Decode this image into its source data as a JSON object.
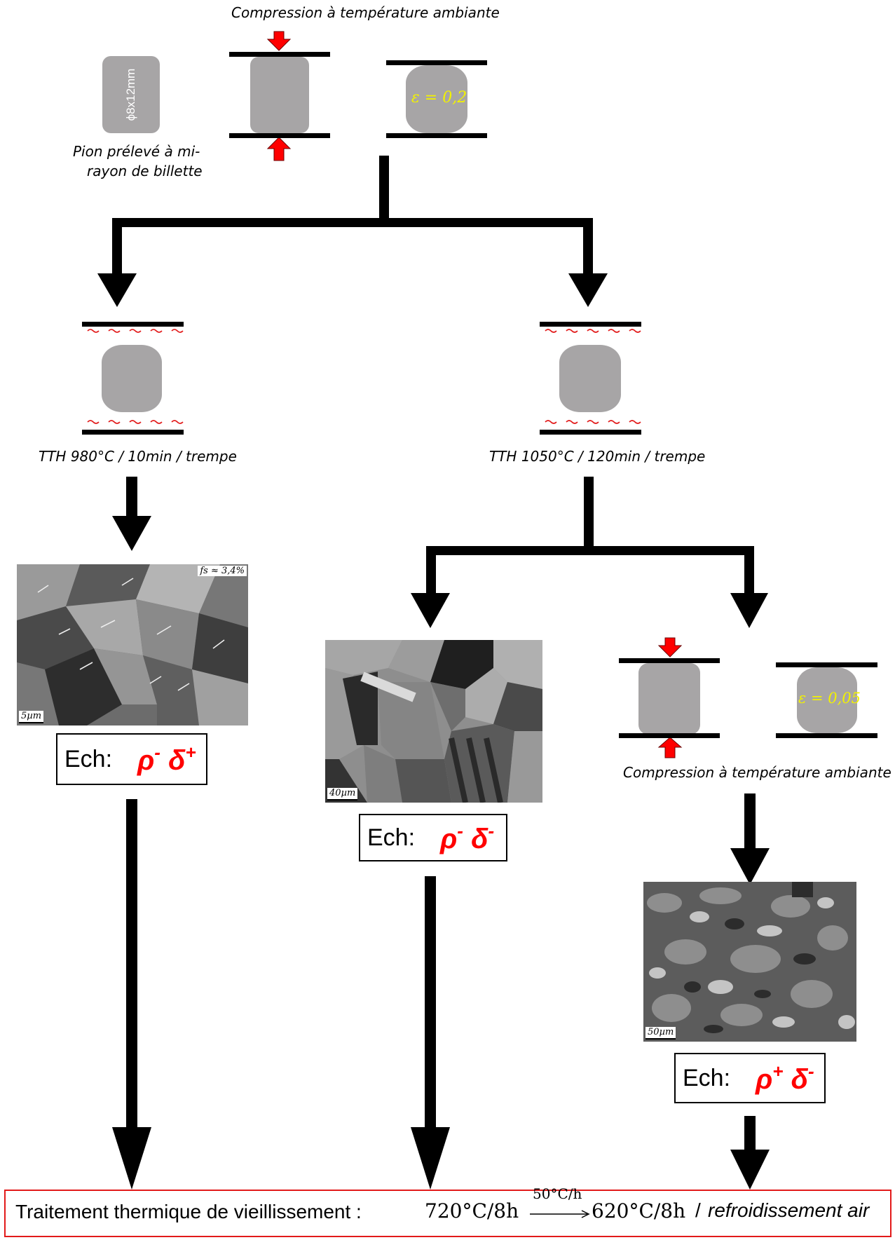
{
  "top": {
    "compression_title": "Compression à température ambiante",
    "sample_dim": "ϕ8x12mm",
    "sample_caption_line1": "Pion prélevé à mi-",
    "sample_caption_line2": "rayon de billette",
    "eps1": "ε = 0,2"
  },
  "left_branch": {
    "tth": "TTH 980°C / 10min / trempe",
    "micro_fraction": "fs ≈ 3,4%",
    "scale": "5µm",
    "ech_label": "Ech:",
    "ech_rho": "ρ",
    "ech_rho_sign": "-",
    "ech_delta": "δ",
    "ech_delta_sign": "+"
  },
  "right_branch": {
    "tth": "TTH 1050°C / 120min / trempe",
    "mid": {
      "scale": "40µm",
      "ech_label": "Ech:",
      "ech_rho": "ρ",
      "ech_rho_sign": "-",
      "ech_delta": "δ",
      "ech_delta_sign": "-"
    },
    "right": {
      "eps2": "ε = 0,05",
      "compression_caption": "Compression à température ambiante",
      "scale": "50µm",
      "ech_label": "Ech:",
      "ech_rho": "ρ",
      "ech_rho_sign": "+",
      "ech_delta": "δ",
      "ech_delta_sign": "-"
    }
  },
  "bottom": {
    "label": "Traitement thermique de vieillissement :",
    "step1": "720°C/8h",
    "rate": "50°C/h",
    "step2": "620°C/8h",
    "sep": "/",
    "final": "refroidissement air"
  },
  "colors": {
    "sample": "#a7a5a6",
    "arrow": "#000000",
    "compression_arrow": "#ff0000",
    "heat_wave": "#e21a1a",
    "symbol": "#ff0000",
    "bottom_border": "#e21a1a",
    "epsilon": "#f2f200"
  }
}
